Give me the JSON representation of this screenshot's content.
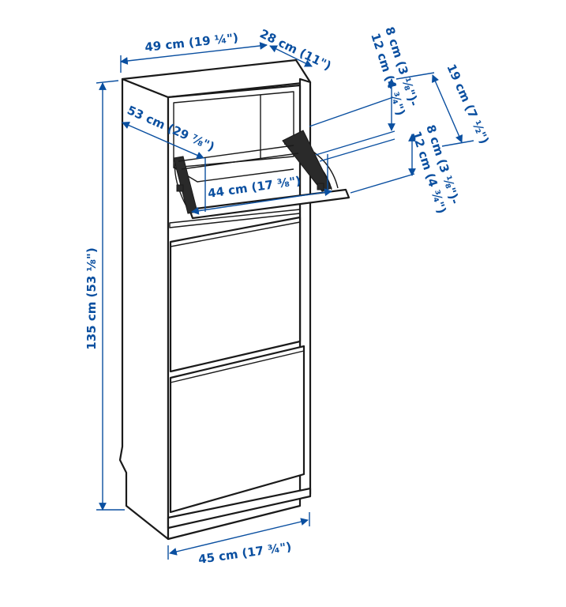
{
  "diagram": {
    "accent_color": "#0a4fa0",
    "line_color": "#1a1a1a",
    "dimensions": {
      "top_width": "49 cm (19 ¼\")",
      "top_depth": "28 cm (11\")",
      "height": "135 cm (53 ⅛\")",
      "bottom_width": "45 cm (17 ¾\")",
      "compartment_depth": "53 cm (29 ⅞\")",
      "inner_width": "44 cm (17 ⅜\")",
      "door_opening_upper_line1": "8 cm (3 ⅛\")-",
      "door_opening_upper_line2": "12 cm (4 ¾\")",
      "door_height": "19 cm (7 ½\")",
      "door_opening_lower_line1": "8 cm (3 ⅛\")-",
      "door_opening_lower_line2": "12 cm (4 ¾\")"
    }
  }
}
